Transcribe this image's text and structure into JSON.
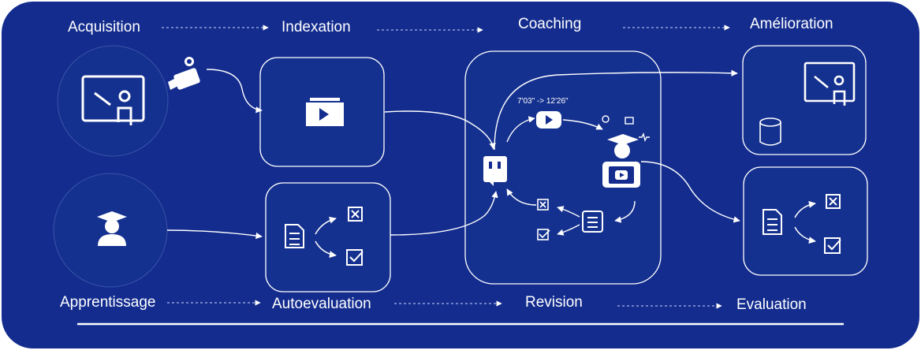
{
  "colors": {
    "background": "#132c8e",
    "panel_fill": "#15318f",
    "line": "#ffffff",
    "soft_line": "#a8b6e6"
  },
  "stages_top": [
    "Acquisition",
    "Indexation",
    "Coaching",
    "Amélioration"
  ],
  "stages_bottom": [
    "Apprentissage",
    "Autoevaluation",
    "Revision",
    "Evaluation"
  ],
  "timestamp": "7'03\" -> 12'26\"",
  "icons": {
    "teacher": "teacher-board-icon",
    "camera": "video-camera-icon",
    "video": "video-library-icon",
    "student": "student-icon",
    "checklist": "checklist-icon",
    "cross": "cross-box-icon",
    "check": "check-box-icon",
    "chatbot": "chatbot-icon",
    "play": "play-icon",
    "tutor": "tutor-laptop-icon",
    "database": "database-icon"
  }
}
